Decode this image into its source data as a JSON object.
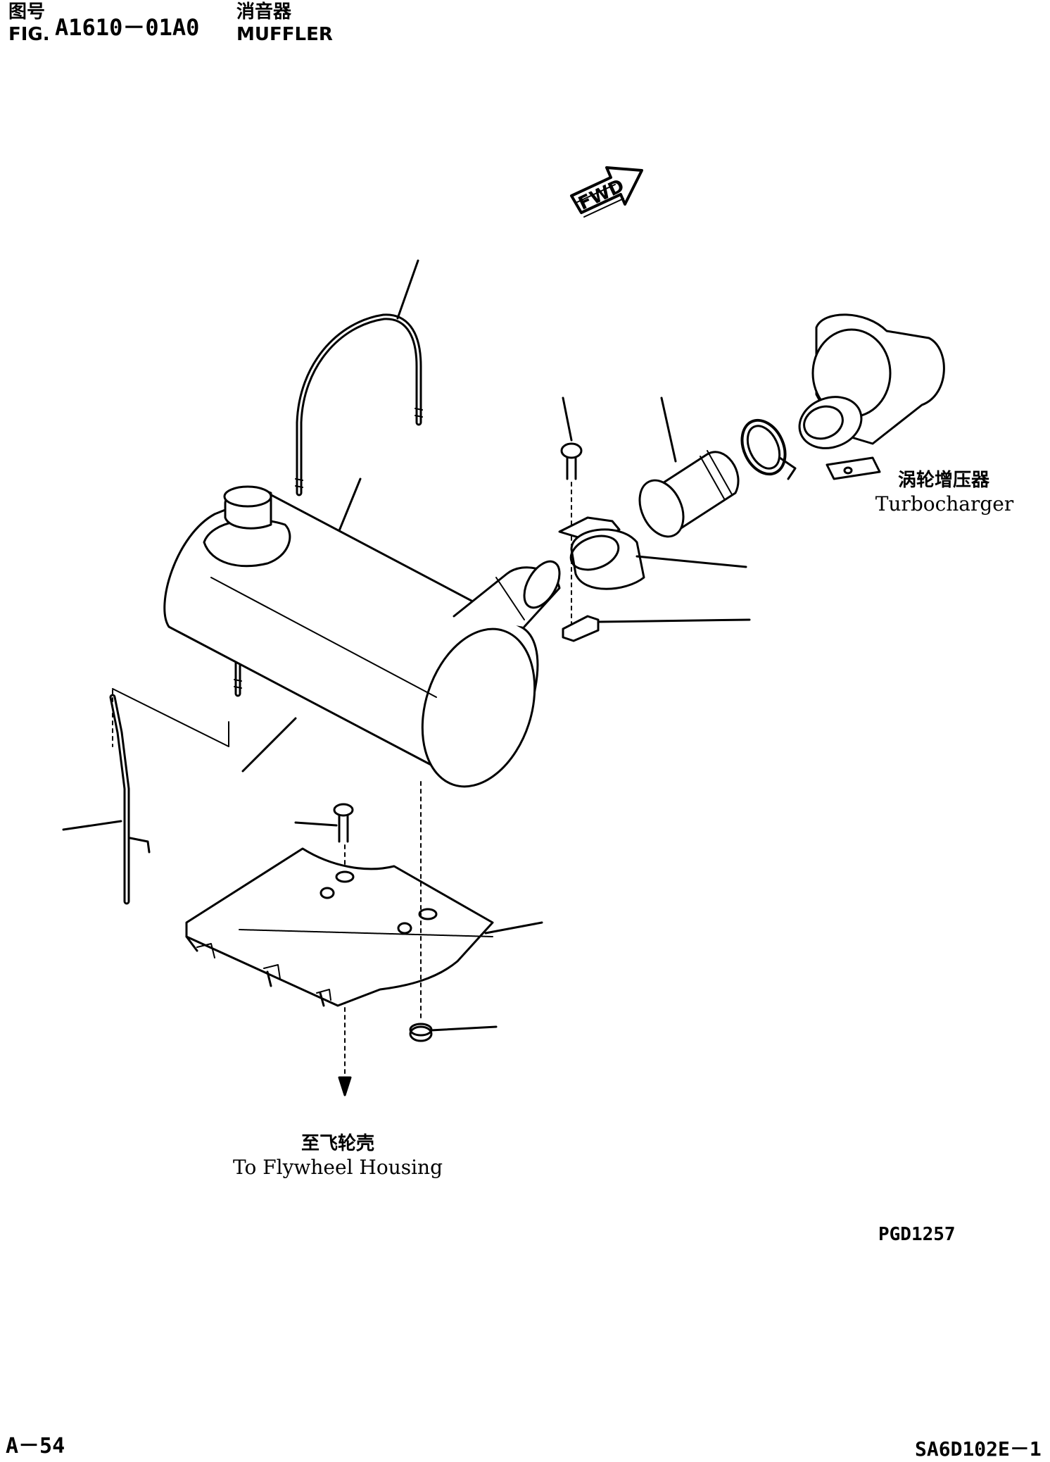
{
  "header": {
    "fig_label_cn": "图号",
    "fig_label_en": "FIG.",
    "fig_number": "A1610－01A0",
    "title_cn": "消音器",
    "title_en": "MUFFLER"
  },
  "diagram": {
    "fwd_label": "FWD",
    "turbo_cn": "涡轮增压器",
    "turbo_en": "Turbocharger",
    "flywheel_cn": "至飞轮壳",
    "flywheel_en": "To Flywheel Housing",
    "drawing_code": "PGD1257"
  },
  "footer": {
    "page": "A－54",
    "model": "SA6D102E－1"
  }
}
